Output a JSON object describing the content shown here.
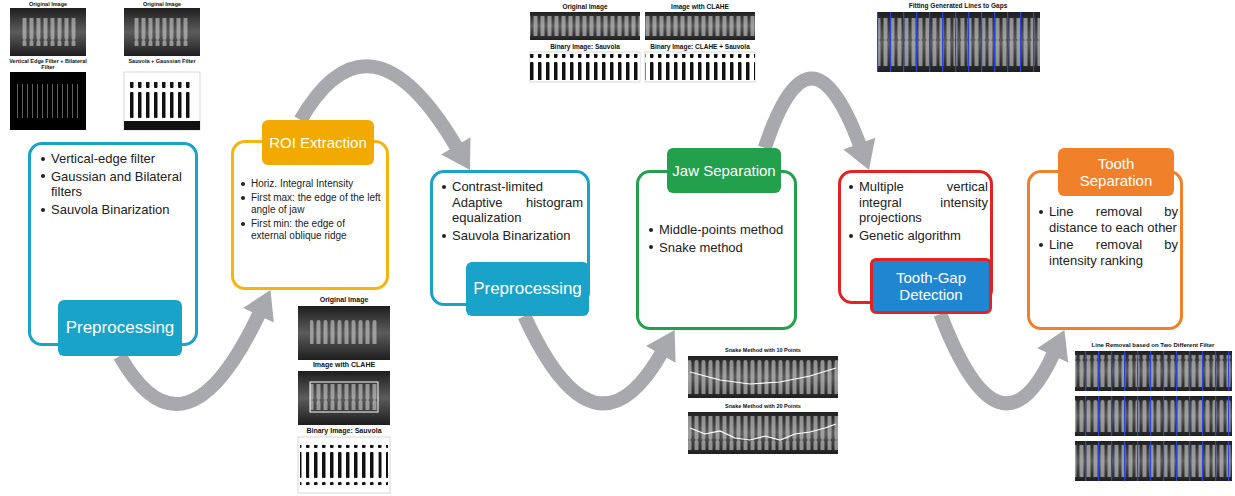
{
  "diagram": {
    "nodes": [
      {
        "text": [
          "Preprocessing",
          "Vertical-edge filter",
          "Gaussian and Bilateral filters",
          "Sauvola Binarization"
        ]
      },
      {
        "text": [
          "ROI Extraction",
          "Horiz. Integral Intensity",
          "First max: the edge of the left angle of jaw",
          "First min: the edge of external oblique ridge"
        ]
      },
      {
        "text": [
          "Preprocessing",
          "Contrast-limited Adaptive histogram equalization",
          "Sauvola Binarization"
        ]
      },
      {
        "text": [
          "Jaw Separation",
          "Middle-points method",
          "Snake method"
        ]
      },
      {
        "text": [
          "Tooth-Gap Detection",
          "Multiple vertical integral intensity projections",
          "Genetic algorithm"
        ]
      },
      {
        "text": [
          "Tooth Separation",
          "Line removal by distance to each other",
          "Line removal by intensity ranking"
        ]
      }
    ],
    "edges": [
      {
        "from": 0,
        "to": 1,
        "arrow": "to"
      },
      {
        "from": 1,
        "to": 2,
        "arrow": "to"
      },
      {
        "from": 2,
        "to": 3,
        "arrow": "to"
      },
      {
        "from": 3,
        "to": 4,
        "arrow": "to"
      },
      {
        "from": 4,
        "to": 5,
        "arrow": "to"
      }
    ],
    "labels": [
      "Original Image",
      "Original Image",
      "Vertical Edge Filter + Bilateral Filter",
      "Sauvola + Gaussian Filter",
      "Original Image",
      "Image with CLAHE",
      "Binary Image: Sauvola",
      "Binary Image: CLAHE + Sauvola",
      "Fitting Generated Lines to Gaps",
      "Original Image",
      "Image with CLAHE",
      "Binary Image: Sauvola",
      "Snake Method with 10 Points",
      "Snake Method with 20 Points",
      "Line Removal based on Two Different Filter"
    ]
  }
}
